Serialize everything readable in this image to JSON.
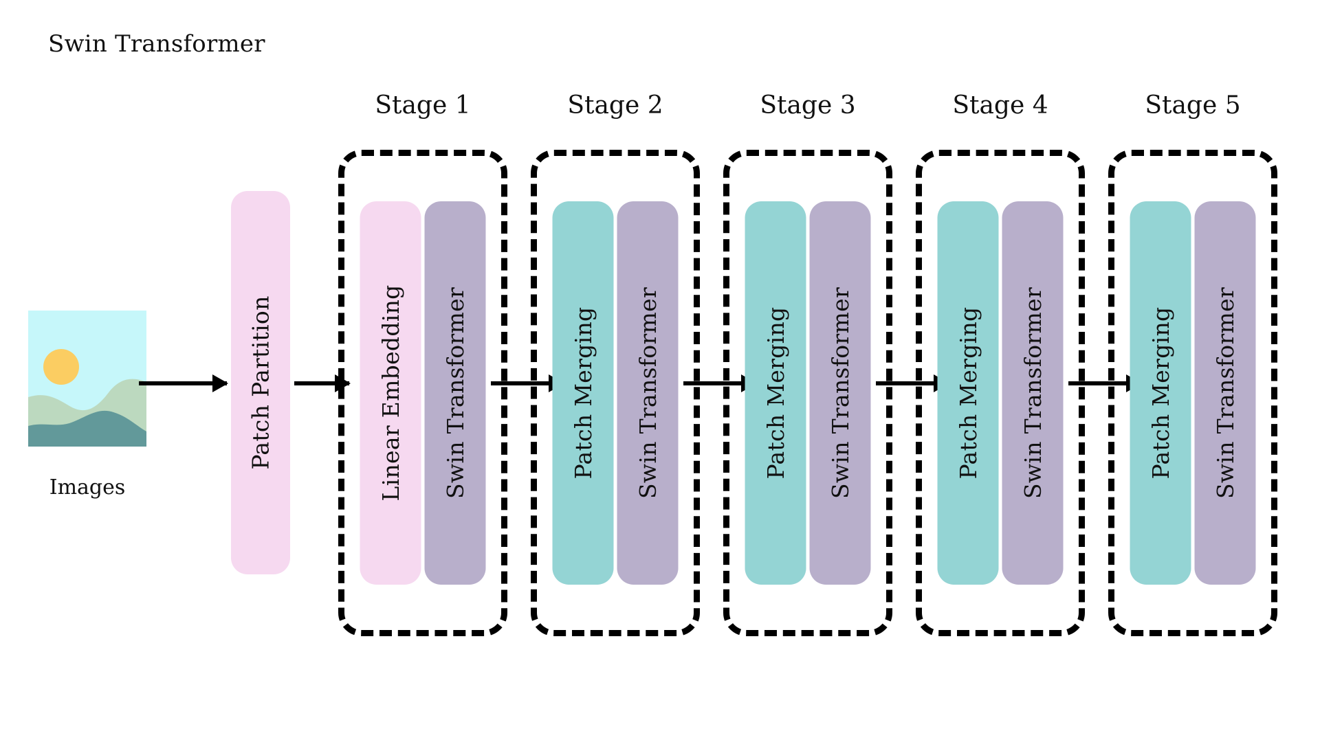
{
  "title": "Swin Transformer",
  "input": {
    "label": "Images",
    "icon": "landscape-thumbnail",
    "colors": {
      "sky": "#c6f7fa",
      "sun": "#fbcd62",
      "hill_light": "#bcd9bf",
      "hill_dark": "#62999a"
    }
  },
  "preprocess": {
    "label": "Patch Partition",
    "color": "#f6d9f0"
  },
  "colors": {
    "pink": "#f6d9f0",
    "teal": "#94d4d4",
    "purple": "#b8afcb",
    "outline": "#000000",
    "text": "#111111"
  },
  "stages": [
    {
      "label": "Stage 1",
      "bars": [
        {
          "label": "Linear Embedding",
          "color": "#f6d9f0"
        },
        {
          "label": "Swin Transformer",
          "color": "#b8afcb"
        }
      ]
    },
    {
      "label": "Stage 2",
      "bars": [
        {
          "label": "Patch Merging",
          "color": "#94d4d4"
        },
        {
          "label": "Swin Transformer",
          "color": "#b8afcb"
        }
      ]
    },
    {
      "label": "Stage 3",
      "bars": [
        {
          "label": "Patch Merging",
          "color": "#94d4d4"
        },
        {
          "label": "Swin Transformer",
          "color": "#b8afcb"
        }
      ]
    },
    {
      "label": "Stage 4",
      "bars": [
        {
          "label": "Patch Merging",
          "color": "#94d4d4"
        },
        {
          "label": "Swin Transformer",
          "color": "#b8afcb"
        }
      ]
    },
    {
      "label": "Stage 5",
      "bars": [
        {
          "label": "Patch Merging",
          "color": "#94d4d4"
        },
        {
          "label": "Swin Transformer",
          "color": "#b8afcb"
        }
      ]
    }
  ],
  "arrows": [
    {
      "name": "arrow-images-to-patch-partition"
    },
    {
      "name": "arrow-patch-partition-to-stage-1"
    },
    {
      "name": "arrow-stage-1-to-stage-2"
    },
    {
      "name": "arrow-stage-2-to-stage-3"
    },
    {
      "name": "arrow-stage-3-to-stage-4"
    },
    {
      "name": "arrow-stage-4-to-stage-5"
    }
  ]
}
